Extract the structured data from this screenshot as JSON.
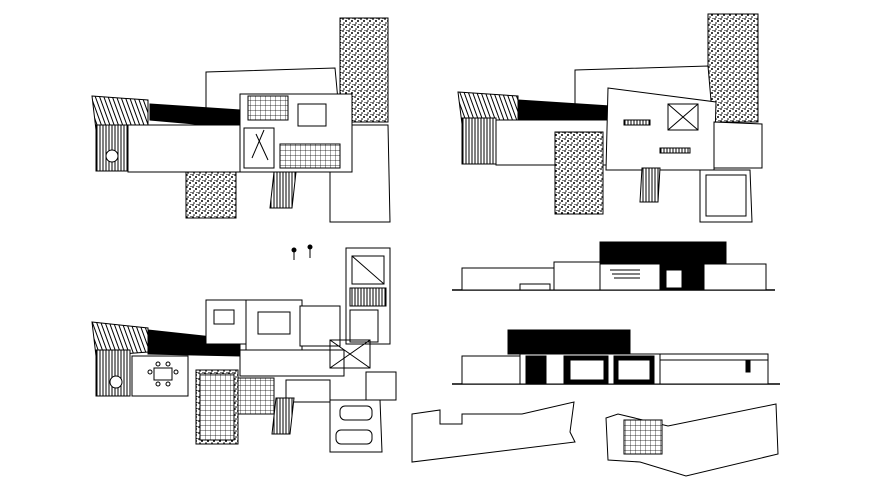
{
  "drawing": {
    "views": [
      {
        "id": "roof-plan-upper-left",
        "kind": "plan"
      },
      {
        "id": "roof-plan-upper-right",
        "kind": "plan"
      },
      {
        "id": "floor-plan-furnished",
        "kind": "plan"
      },
      {
        "id": "front-elevation",
        "kind": "elevation"
      },
      {
        "id": "rear-elevation",
        "kind": "elevation"
      },
      {
        "id": "site-outline-left",
        "kind": "site"
      },
      {
        "id": "site-outline-right",
        "kind": "site"
      }
    ],
    "colors": {
      "line": "#000000",
      "fill_dark": "#000000",
      "fill_light": "#ffffff",
      "gravel": "#000000"
    }
  }
}
